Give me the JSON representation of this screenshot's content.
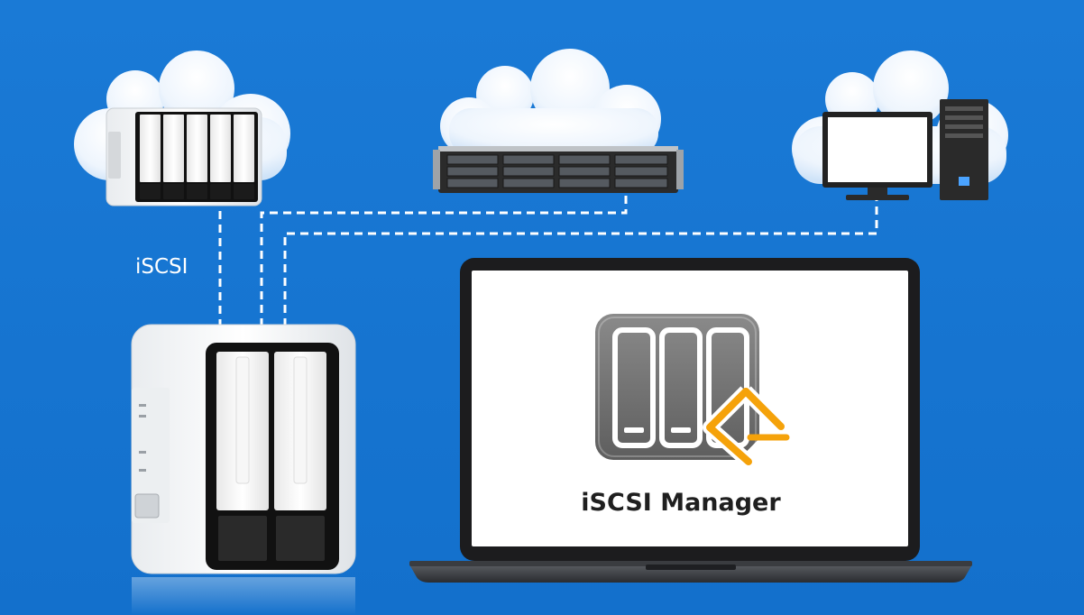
{
  "diagram": {
    "protocol_label": "iSCSI",
    "app_label": "iSCSI Manager",
    "nodes": [
      "cloud-nas-4bay",
      "cloud-rack-server",
      "cloud-desktop-pc",
      "local-nas-2bay",
      "laptop"
    ],
    "edges": [
      {
        "from": "local-nas-2bay",
        "to": "cloud-nas-4bay",
        "style": "dashed"
      },
      {
        "from": "local-nas-2bay",
        "to": "cloud-rack-server",
        "style": "dashed"
      },
      {
        "from": "local-nas-2bay",
        "to": "cloud-desktop-pc",
        "style": "dashed"
      }
    ]
  },
  "colors": {
    "background": "#1576d2",
    "connector": "#ffffff",
    "accent": "#f5a20a",
    "icon_gray": "#6f6f6f"
  }
}
